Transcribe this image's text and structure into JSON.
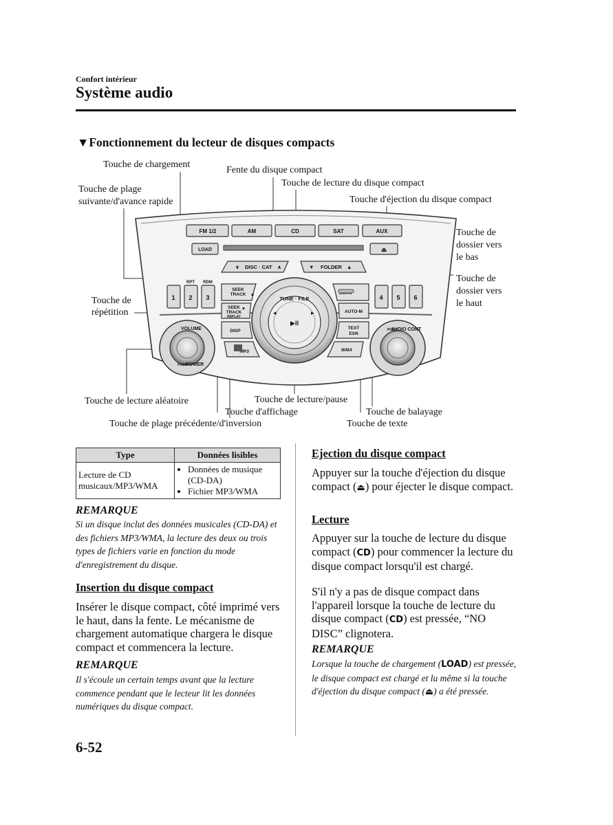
{
  "header": {
    "kicker": "Confort intérieur",
    "title": "Système audio"
  },
  "section_title": "Fonctionnement du lecteur de disques compacts",
  "callouts": {
    "load_button": "Touche de chargement",
    "disc_slot": "Fente du disque compact",
    "cd_play_button": "Touche de lecture du disque compact",
    "track_up_1": "Touche de plage",
    "track_up_2": "suivante/d'avance rapide",
    "eject_button": "Touche d'éjection du disque compact",
    "folder_down_1": "Touche de",
    "folder_down_2": "dossier vers",
    "folder_down_3": "le bas",
    "folder_up_1": "Touche de",
    "folder_up_2": "dossier vers",
    "folder_up_3": "le haut",
    "repeat_1": "Touche de",
    "repeat_2": "répétition",
    "random": "Touche de lecture aléatoire",
    "play_pause": "Touche de lecture/pause",
    "display": "Touche d'affichage",
    "scan": "Touche de balayage",
    "track_down": "Touche de plage précédente/d'inversion",
    "text": "Touche de texte"
  },
  "panel_labels": {
    "fm": "FM 1/2",
    "am": "AM",
    "cd": "CD",
    "sat": "SAT",
    "aux": "AUX",
    "load": "LOAD",
    "eject_glyph": "⏏",
    "disc_cat": "DISC · CAT",
    "folder": "FOLDER",
    "rpt": "RPT",
    "rdm": "RDM",
    "preset_1": "1",
    "preset_2": "2",
    "preset_3": "3",
    "preset_4": "4",
    "preset_5": "5",
    "preset_6": "6",
    "seek_up_1": "SEEK",
    "seek_up_2": "TRACK",
    "seek_down_1": "SEEK",
    "seek_down_2": "TRACK",
    "seek_down_3": "REPLAY",
    "disp": "DISP",
    "mp3": "MP3",
    "scan": "SCAN",
    "auto_m": "AUTO-M",
    "text_esn_1": "TEXT",
    "text_esn_2": "ESN",
    "wma": "WMA",
    "tune_file": "TUNE · FILE",
    "play_pause_glyph": "▶II",
    "volume": "VOLUME",
    "power": "POWER",
    "audio_cont": "AUDIO CONT",
    "push": "PUSH"
  },
  "table": {
    "col_type": "Type",
    "col_data": "Données lisibles",
    "row_type": "Lecture de CD musicaux/MP3/WMA",
    "row_data": [
      "Données de musique (CD-DA)",
      "Fichier MP3/WMA"
    ]
  },
  "left": {
    "remark1_title": "REMARQUE",
    "remark1_body": "Si un disque inclut des données musicales (CD-DA) et des fichiers MP3/WMA, la lecture des deux ou trois types de fichiers varie en fonction du mode d'enregistrement du disque.",
    "insert_title": "Insertion du disque compact",
    "insert_body": "Insérer le disque compact, côté imprimé vers le haut, dans la fente. Le mécanisme de chargement automatique chargera le disque compact et commencera la lecture.",
    "remark2_title": "REMARQUE",
    "remark2_body": "Il s'écoule un certain temps avant que la lecture commence pendant que le lecteur lit les données numériques du disque compact."
  },
  "right": {
    "eject_title": "Ejection du disque compact",
    "eject_body_a": "Appuyer sur la touche d'éjection du disque compact (",
    "eject_icon": "⏏",
    "eject_body_b": ") pour éjecter le disque compact.",
    "play_title": "Lecture",
    "play_body_a": "Appuyer sur la touche de lecture du disque compact (",
    "cd_icon": "CD",
    "play_body_b": ") pour commencer la lecture du disque compact lorsqu'il est chargé.",
    "play_body2_a": "S'il n'y a pas de disque compact dans l'appareil lorsque la touche de lecture du disque compact (",
    "play_body2_b": ") est pressée, “NO DISC” clignotera.",
    "remark_title": "REMARQUE",
    "remark_a": "Lorsque la touche de chargement (",
    "load_icon": "LOAD",
    "remark_b": ") est pressée, le disque compact est chargé et lu même si la touche d'éjection du disque compact (",
    "remark_c": ") a été pressée."
  },
  "page_number": "6-52"
}
